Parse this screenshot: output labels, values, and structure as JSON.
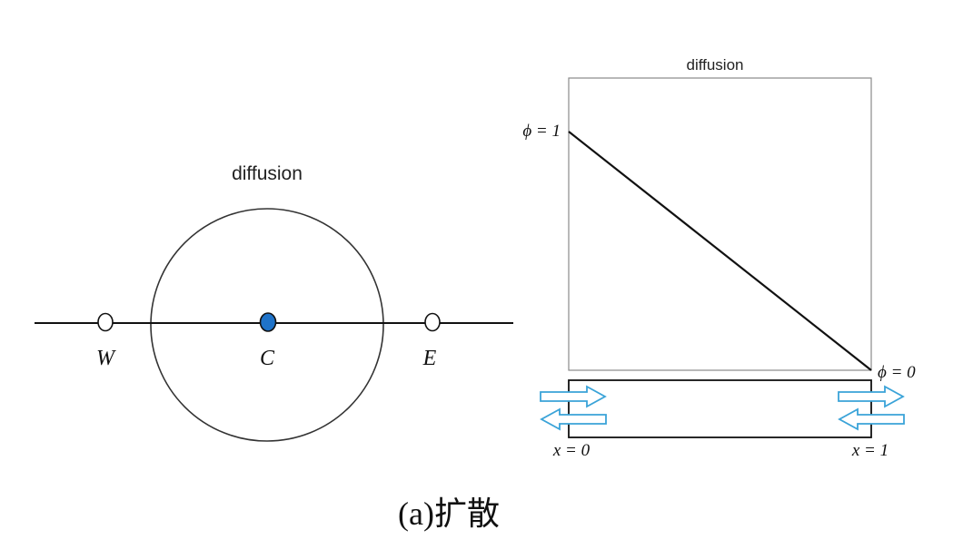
{
  "left_diagram": {
    "title": "diffusion",
    "nodes": [
      {
        "label": "W"
      },
      {
        "label": "C"
      },
      {
        "label": "E"
      }
    ]
  },
  "right_diagram": {
    "title": "diffusion",
    "boundary_labels": {
      "phi_left": "ϕ = 1",
      "phi_right": "ϕ = 0",
      "x_left": "x = 0",
      "x_right": "x = 1"
    }
  },
  "caption": "(a)扩散",
  "colors": {
    "central_node": "#1f73c9",
    "arrows": "#3aa3d8",
    "lines": "#111111"
  }
}
